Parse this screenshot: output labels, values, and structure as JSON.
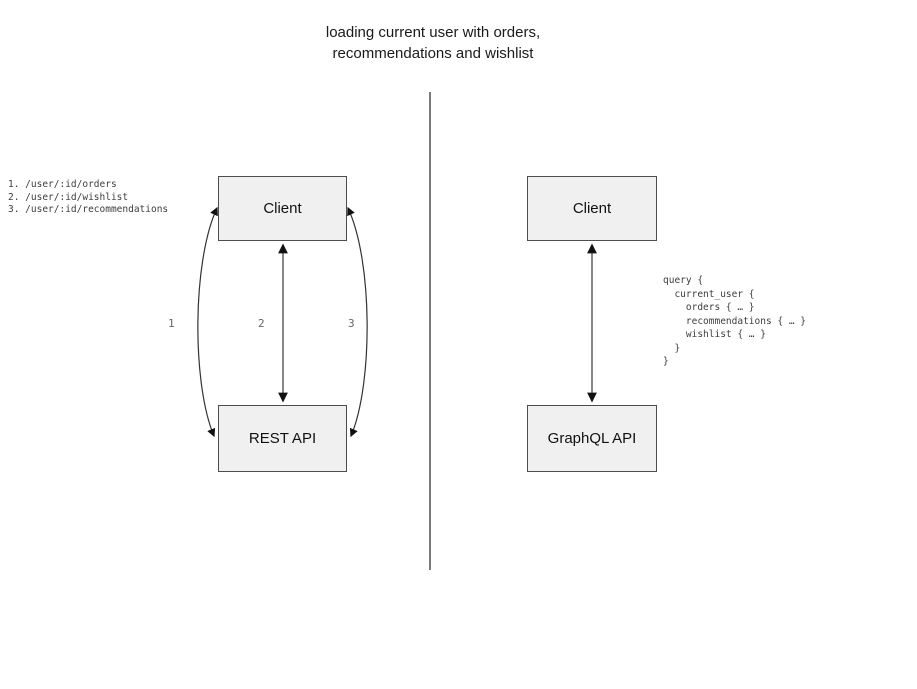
{
  "title": {
    "line1": "loading current user with orders,",
    "line2": "recommendations and wishlist"
  },
  "left_panel": {
    "endpoints": [
      "1. /user/:id/orders",
      "2. /user/:id/wishlist",
      "3. /user/:id/recommendations"
    ],
    "client_label": "Client",
    "api_label": "REST API",
    "arrow_labels": [
      "1",
      "2",
      "3"
    ]
  },
  "right_panel": {
    "client_label": "Client",
    "api_label": "GraphQL API",
    "query_lines": [
      "query {",
      "  current_user {",
      "    orders { … }",
      "    recommendations { … }",
      "    wishlist { … }",
      "  }",
      "}"
    ]
  },
  "colors": {
    "box_fill": "#f0f0f0",
    "box_border": "#4d4d4d",
    "arrow_stroke": "#333333",
    "divider": "#7a7a7a",
    "code_text": "#3d3d3d",
    "arrow_label": "#666666"
  }
}
